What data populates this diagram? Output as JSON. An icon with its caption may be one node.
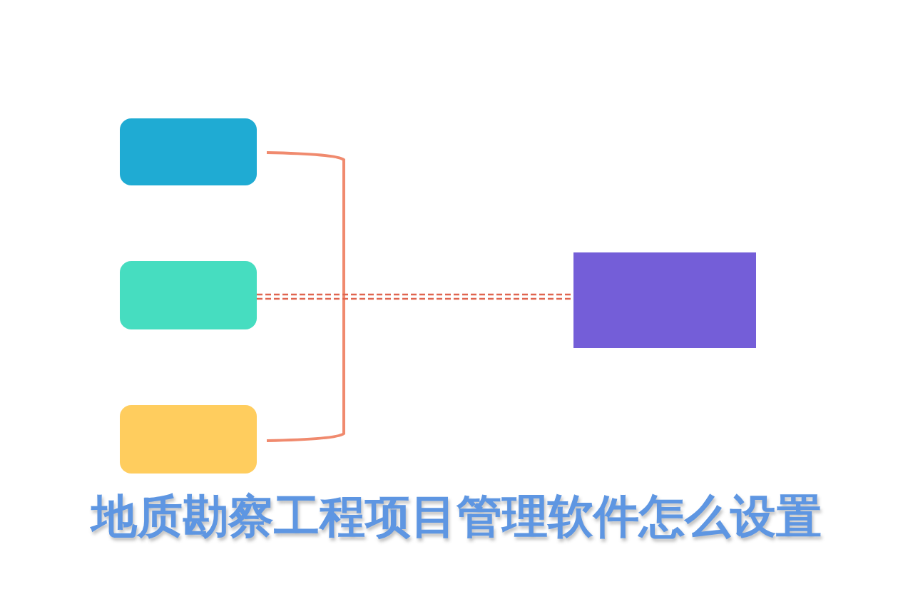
{
  "diagram": {
    "title": "地质勘察工程项目管理软件怎么设置",
    "nodes": [
      {
        "text": [],
        "shape": "box"
      },
      {
        "text": [],
        "shape": "box"
      },
      {
        "text": [],
        "shape": "box"
      },
      {
        "text": [],
        "shape": "box"
      }
    ],
    "edges": [
      {
        "from": 1,
        "to": 3,
        "arrow": "none",
        "style": "dashed",
        "color": "#e0654f"
      }
    ]
  }
}
